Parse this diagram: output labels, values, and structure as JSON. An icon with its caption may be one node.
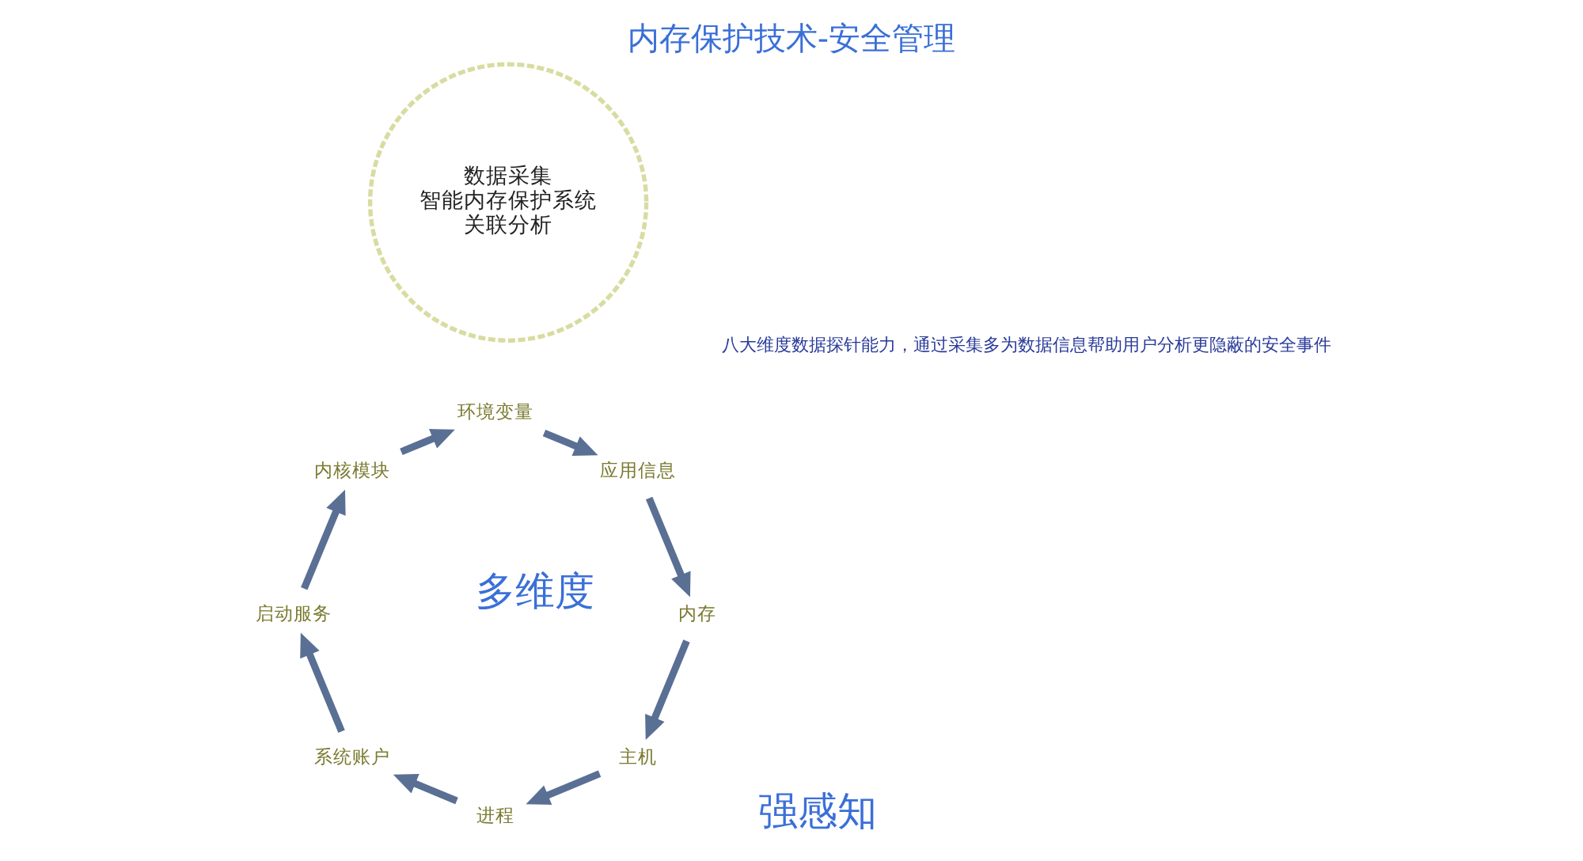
{
  "diagram": {
    "title": "内存保护技术-安全管理",
    "nodes": [
      {
        "text": [
          "数据采集",
          "智能内存保护系统",
          "关联分析"
        ]
      },
      {
        "text": [
          "主机"
        ]
      },
      {
        "text": [
          "进程"
        ]
      },
      {
        "text": [
          "系统账户"
        ]
      },
      {
        "text": [
          "启动服务"
        ]
      },
      {
        "text": [
          "内核模块"
        ]
      },
      {
        "text": [
          "环境变量"
        ]
      },
      {
        "text": [
          "应用信息"
        ]
      },
      {
        "text": [
          "内存"
        ]
      }
    ],
    "edges": [
      {
        "from": 1,
        "to": 2,
        "arrow": "to"
      },
      {
        "from": 2,
        "to": 3,
        "arrow": "to"
      },
      {
        "from": 3,
        "to": 4,
        "arrow": "to"
      },
      {
        "from": 4,
        "to": 5,
        "arrow": "to"
      },
      {
        "from": 5,
        "to": 6,
        "arrow": "to"
      },
      {
        "from": 6,
        "to": 7,
        "arrow": "to"
      },
      {
        "from": 7,
        "to": 8,
        "arrow": "to"
      },
      {
        "from": 8,
        "to": 1,
        "arrow": "to"
      }
    ],
    "labels": [
      "八大维度数据探针能力，通过采集多为数据信息帮助用户分析更隐蔽的安全事件",
      "多维度",
      "强感知"
    ]
  }
}
